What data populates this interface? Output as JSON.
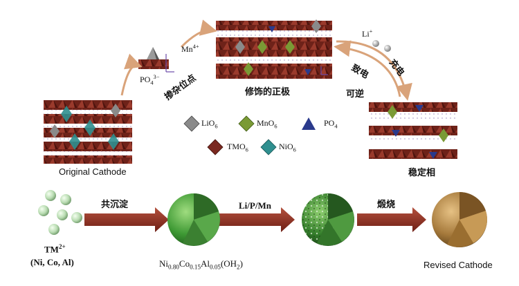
{
  "labels": {
    "original_cathode": "Original Cathode",
    "revised_cathode": "Revised Cathode",
    "modified_cathode": "修饰的正极",
    "stable_phase": "稳定相",
    "doping_sites": "掺杂位点",
    "charge": "充电",
    "discharge": "致电",
    "reversible": "可逆",
    "coprecipitation": "共沉淀",
    "li_p_mn": "Li/P/Mn",
    "calcination": "煅烧"
  },
  "ions": {
    "mn4": {
      "base": "Mn",
      "sup": "4+"
    },
    "li": {
      "base": "Li",
      "sup": "+"
    },
    "po4": {
      "base": "PO",
      "sub": "4",
      "sup": "3−"
    }
  },
  "legend": [
    {
      "label": "LiO",
      "sub": "6",
      "color": "#8a8a8a"
    },
    {
      "label": "MnO",
      "sub": "6",
      "color": "#7a9a35"
    },
    {
      "label": "PO",
      "sub": "4",
      "color": "#2a3a8c"
    },
    {
      "label": "TMO",
      "sub": "6",
      "color": "#7a2820"
    },
    {
      "label": "NiO",
      "sub": "6",
      "color": "#2f8f8f"
    }
  ],
  "precursor": {
    "tm": {
      "base": "TM",
      "sup": "2+"
    },
    "elements": "(Ni, Co, Al)",
    "formula": [
      {
        "t": "Ni"
      },
      {
        "s": "0.80"
      },
      {
        "t": "Co"
      },
      {
        "s": "0.15"
      },
      {
        "t": "Al"
      },
      {
        "s": "0.05"
      },
      {
        "t": "(OH"
      },
      {
        "s": "2"
      },
      {
        "t": ")"
      }
    ]
  },
  "colors": {
    "octahedron": "#7a2820",
    "arrow": "#8c2a1c",
    "sphere_green": "#4a9a3a",
    "sphere_brown": "#a07a3a",
    "curve_arrow": "#d9a37a"
  }
}
